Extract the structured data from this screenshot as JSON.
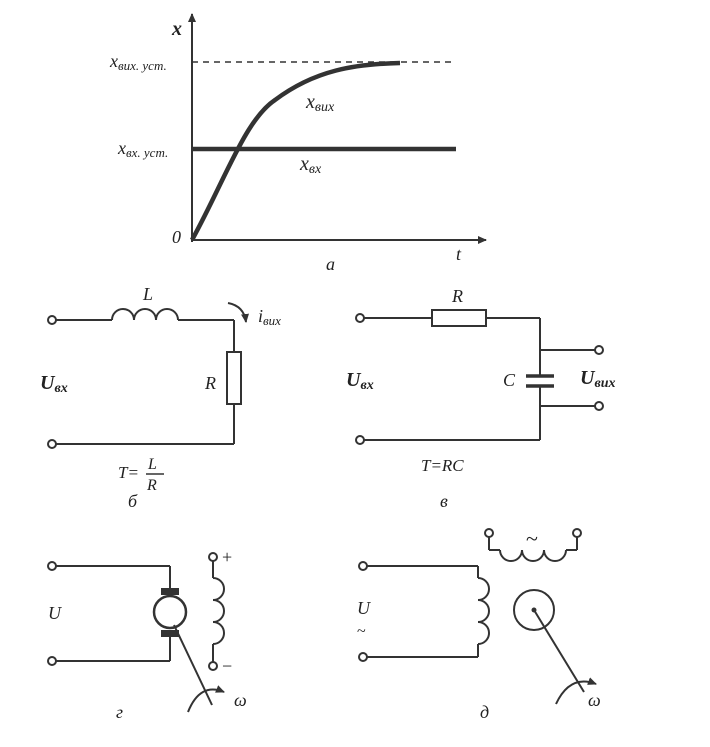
{
  "panel_a": {
    "axis_y": "x",
    "axis_x": "t",
    "origin": "0",
    "level_out": "x",
    "level_out_sub": "вих. уст.",
    "level_in": "x",
    "level_in_sub": "вх. уст.",
    "curve_out": "x",
    "curve_out_sub": "вих",
    "curve_in": "x",
    "curve_in_sub": "вх",
    "caption": "а"
  },
  "panel_b": {
    "inductor": "L",
    "current": "i",
    "current_sub": "вих",
    "resistor": "R",
    "input": "U",
    "input_sub": "вх",
    "formula_lhs": "T=",
    "formula_num": "L",
    "formula_den": "R",
    "caption": "б"
  },
  "panel_c": {
    "resistor": "R",
    "capacitor": "C",
    "input": "U",
    "input_sub": "вх",
    "output": "U",
    "output_sub": "вих",
    "formula": "T=RC",
    "caption": "в"
  },
  "panel_d": {
    "input": "U",
    "plus": "+",
    "minus": "−",
    "omega": "ω",
    "caption": "г"
  },
  "panel_e": {
    "input": "U",
    "input_ac": "~",
    "output_ac": "~",
    "omega": "ω",
    "caption": "д"
  }
}
